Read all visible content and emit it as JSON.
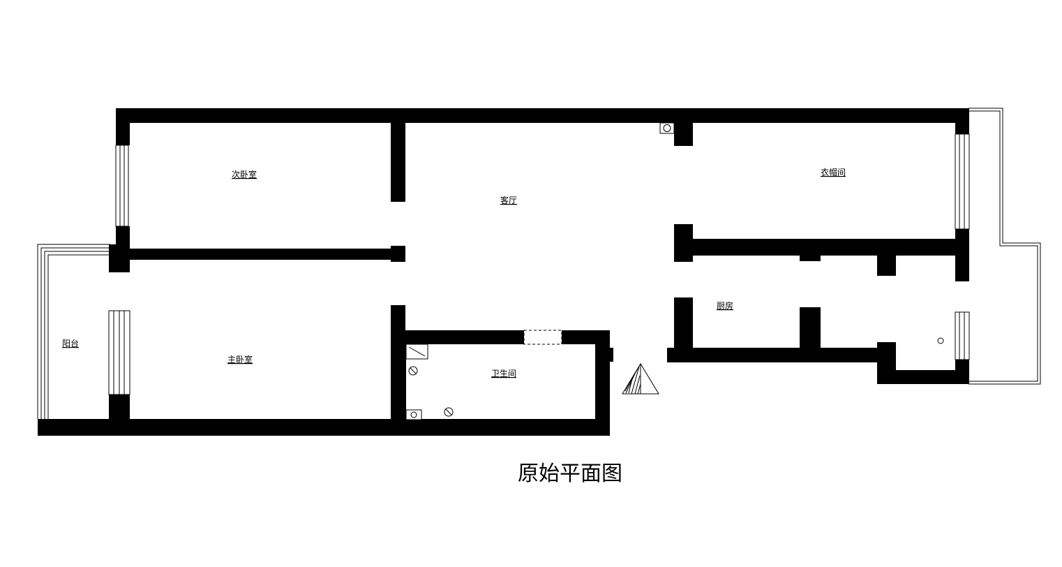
{
  "title": "原始平面图",
  "rooms": {
    "secondary_bedroom": "次卧室",
    "living_room": "客厅",
    "walk_in_closet": "衣帽间",
    "kitchen": "厨房",
    "balcony": "阳台",
    "master_bedroom": "主卧室",
    "bathroom": "卫生间"
  },
  "colors": {
    "wall": "#000000",
    "background": "#ffffff",
    "line": "#000000"
  },
  "icons": [
    "north-arrow-icon",
    "shower-icon",
    "floor-drain-icon",
    "toilet-icon",
    "gas-pipe-icon"
  ]
}
